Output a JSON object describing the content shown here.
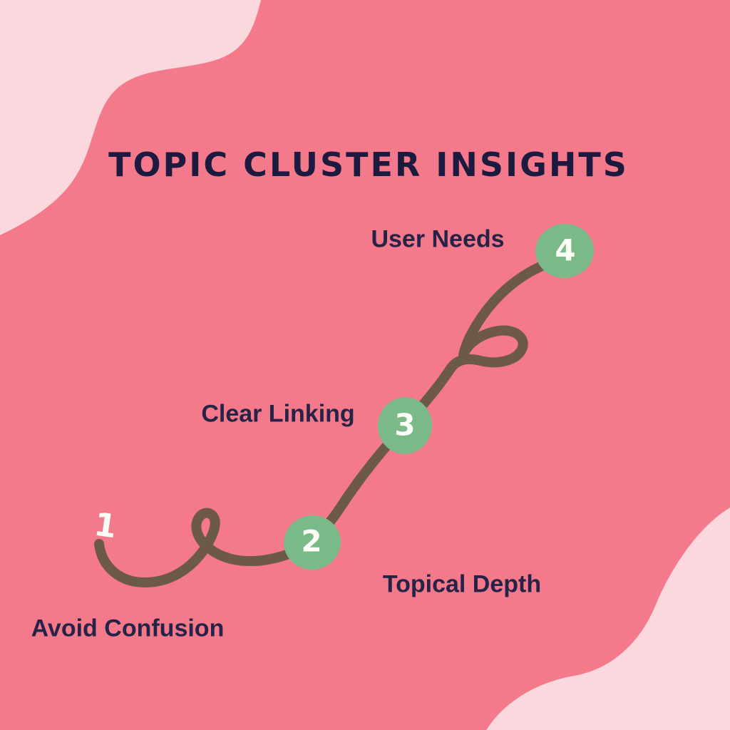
{
  "title": "TOPIC CLUSTER INSIGHTS",
  "steps": [
    {
      "number": "1",
      "label": "Avoid Confusion"
    },
    {
      "number": "2",
      "label": "Topical Depth"
    },
    {
      "number": "3",
      "label": "Clear Linking"
    },
    {
      "number": "4",
      "label": "User Needs"
    }
  ],
  "colors": {
    "background": "#F4798B",
    "corner_blob": "#FBD8DE",
    "title_text": "#1C1A3E",
    "label_text": "#262347",
    "curve_stroke": "#6C594A",
    "marker_fill": "#7ABA88",
    "marker_number_text": "#FDFDF8"
  }
}
